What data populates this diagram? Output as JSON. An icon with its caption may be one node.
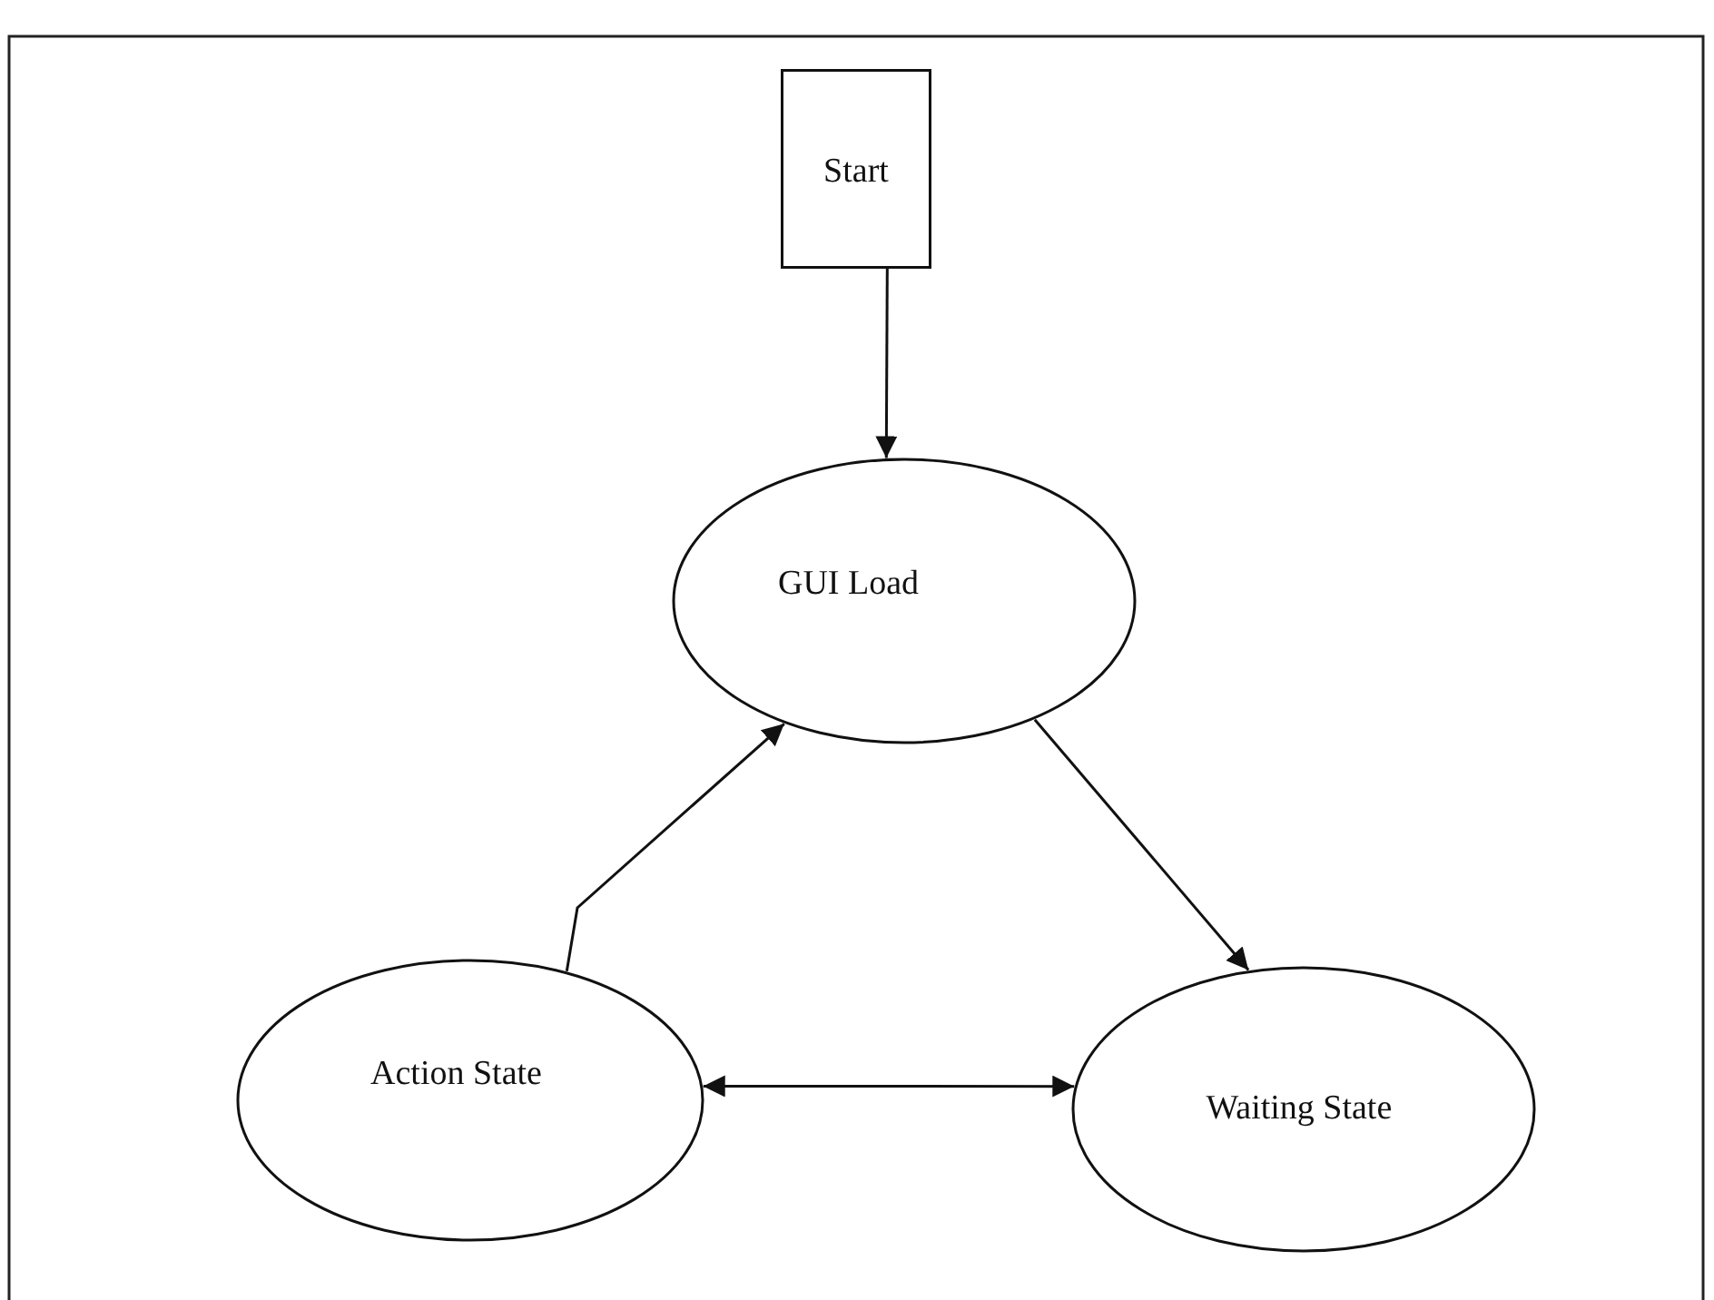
{
  "diagram": {
    "nodes": [
      {
        "text": [
          "Start"
        ]
      },
      {
        "text": [
          "GUI Load"
        ]
      },
      {
        "text": [
          "Action State"
        ]
      },
      {
        "text": [
          "Waiting State"
        ]
      }
    ],
    "edges": [
      {
        "from": 0,
        "to": 1,
        "arrow": "to"
      },
      {
        "from": 2,
        "to": 1,
        "arrow": "to"
      },
      {
        "from": 1,
        "to": 3,
        "arrow": "to"
      },
      {
        "from": 2,
        "to": 3,
        "arrow": "both"
      }
    ]
  }
}
